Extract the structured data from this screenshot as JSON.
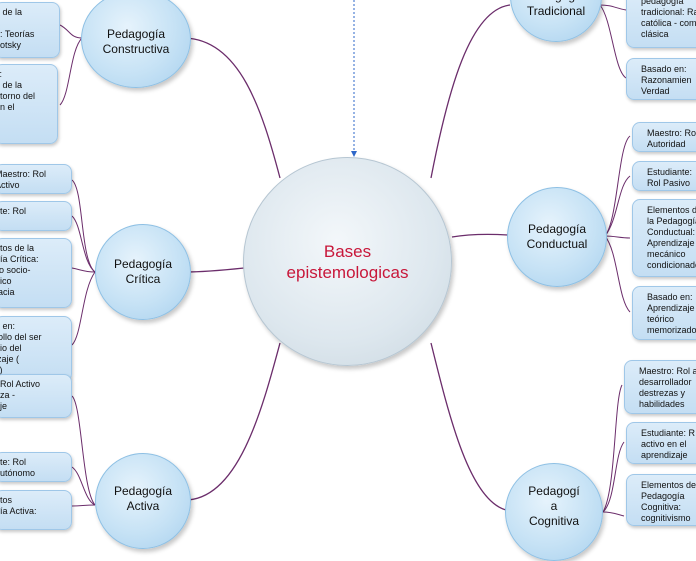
{
  "center": {
    "label": "Bases\nepistemologicas"
  },
  "branches": {
    "tradicional": {
      "label": "Pedagogía\nTradicional",
      "notes": [
        "pedagogía\ntradicional: Ra\ncatólica - com\nclásica",
        "Basado en:\nRazonamien\nVerdad"
      ]
    },
    "conductual": {
      "label": "Pedagogía\nConductual",
      "notes": [
        "Maestro: Ro\nAutoridad",
        "Estudiante:\nRol Pasivo",
        "Elementos d\nla Pedagogía\nConductual:\nAprendizaje\nmecánico\ncondicionado",
        "Basado en:\nAprendizaje\nteórico\nmemorizado"
      ]
    },
    "cognitiva": {
      "label": "Pedagogí\na\nCognitiva",
      "notes": [
        "Maestro: Rol a\ndesarrollador\ndestrezas y\nhabilidades",
        "Estudiante: R\nactivo en el\naprendizaje",
        "Elementos de\nPedagogía\nCognitiva:\ncognitivismo"
      ]
    },
    "constructiva": {
      "label": "Pedagogía\nConstructiva",
      "notes": [
        "e de la\na\na: Teorías\ngotsky",
        "s:\nn de la\nntorno del\nen el\n\ne"
      ]
    },
    "critica": {
      "label": "Pedagogía\nCrítica",
      "notes": [
        "Maestro: Rol\nActivo",
        "nte: Rol",
        "ntos de la\ngía Crítica:\nllo socio-\nnico\nracia",
        "o en:\nrollo del ser\ndio del\nizaje (\ns)"
      ]
    },
    "activa": {
      "label": "Pedagogía\nActiva",
      "notes": [
        ": Rol Activo\nnza -\naje",
        "nte: Rol\nautónomo",
        "ntos\ngía Activa:"
      ]
    }
  },
  "colors": {
    "center_text": "#c8173a",
    "link": "#6b2d6b",
    "dotted_link": "#2e67c9"
  }
}
